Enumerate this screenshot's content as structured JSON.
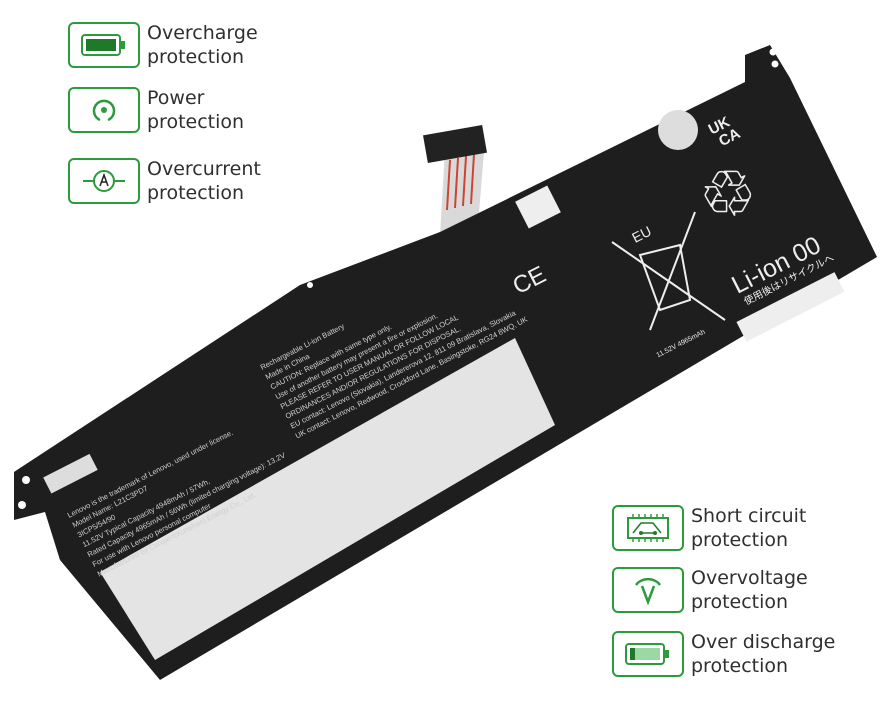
{
  "badges_left": [
    {
      "line1": "Overcharge",
      "line2": "protection",
      "icon": "battery-full-icon"
    },
    {
      "line1": "Power",
      "line2": "protection",
      "icon": "power-icon"
    },
    {
      "line1": "Overcurrent",
      "line2": "protection",
      "icon": "ammeter-icon"
    }
  ],
  "badges_right": [
    {
      "line1": "Short circuit",
      "line2": "protection",
      "icon": "circuit-board-icon"
    },
    {
      "line1": "Overvoltage",
      "line2": "protection",
      "icon": "voltage-icon"
    },
    {
      "line1": "Over discharge",
      "line2": "protection",
      "icon": "battery-low-icon"
    }
  ],
  "battery": {
    "chemistry_mark": "Li-ion 00",
    "recycle_jp": "使用後はリサイクルへ",
    "eu_mark": "EU",
    "ukca_line1": "UK",
    "ukca_line2": "CA",
    "ce_mark": "CE",
    "rating": "11.52V  4965mAh",
    "label_lines": [
      "Rechargeable Li-ion Battery",
      "Made in China",
      "CAUTION: Replace with same type only.",
      "Use of another battery may present a fire or explosion.",
      "PLEASE REFER TO USER MANUAL OR FOLLOW LOCAL",
      "ORDINANCES AND/OR REGULATIONS FOR DISPOSAL.",
      "EU contact: Lenovo (Slovakia), Landererova 12, 811 09 Bratislava, Slovakia",
      "UK contact: Lenovo, Redwood, Crockford Lane, Basingstoke, RG24 8WQ, UK"
    ],
    "left_lines": [
      "Lenovo is the trademark of Lenovo, used under license.",
      "Model Name: L21C3PD7",
      "3ICP5/54/90",
      "11.52V  Typical Capacity 4948mAh / 57Wh,",
      "Rated Capacity 4965mAh / 56Wh (limited charging voltage): 13.2V",
      "For use with Lenovo personal computer",
      "Manufactured by Celxpert(Kunshan) Energy Co., Ltd."
    ]
  },
  "colors": {
    "accent": "#2e9a3e",
    "battery": "#1e1e1e",
    "label": "#e4e4e4"
  }
}
